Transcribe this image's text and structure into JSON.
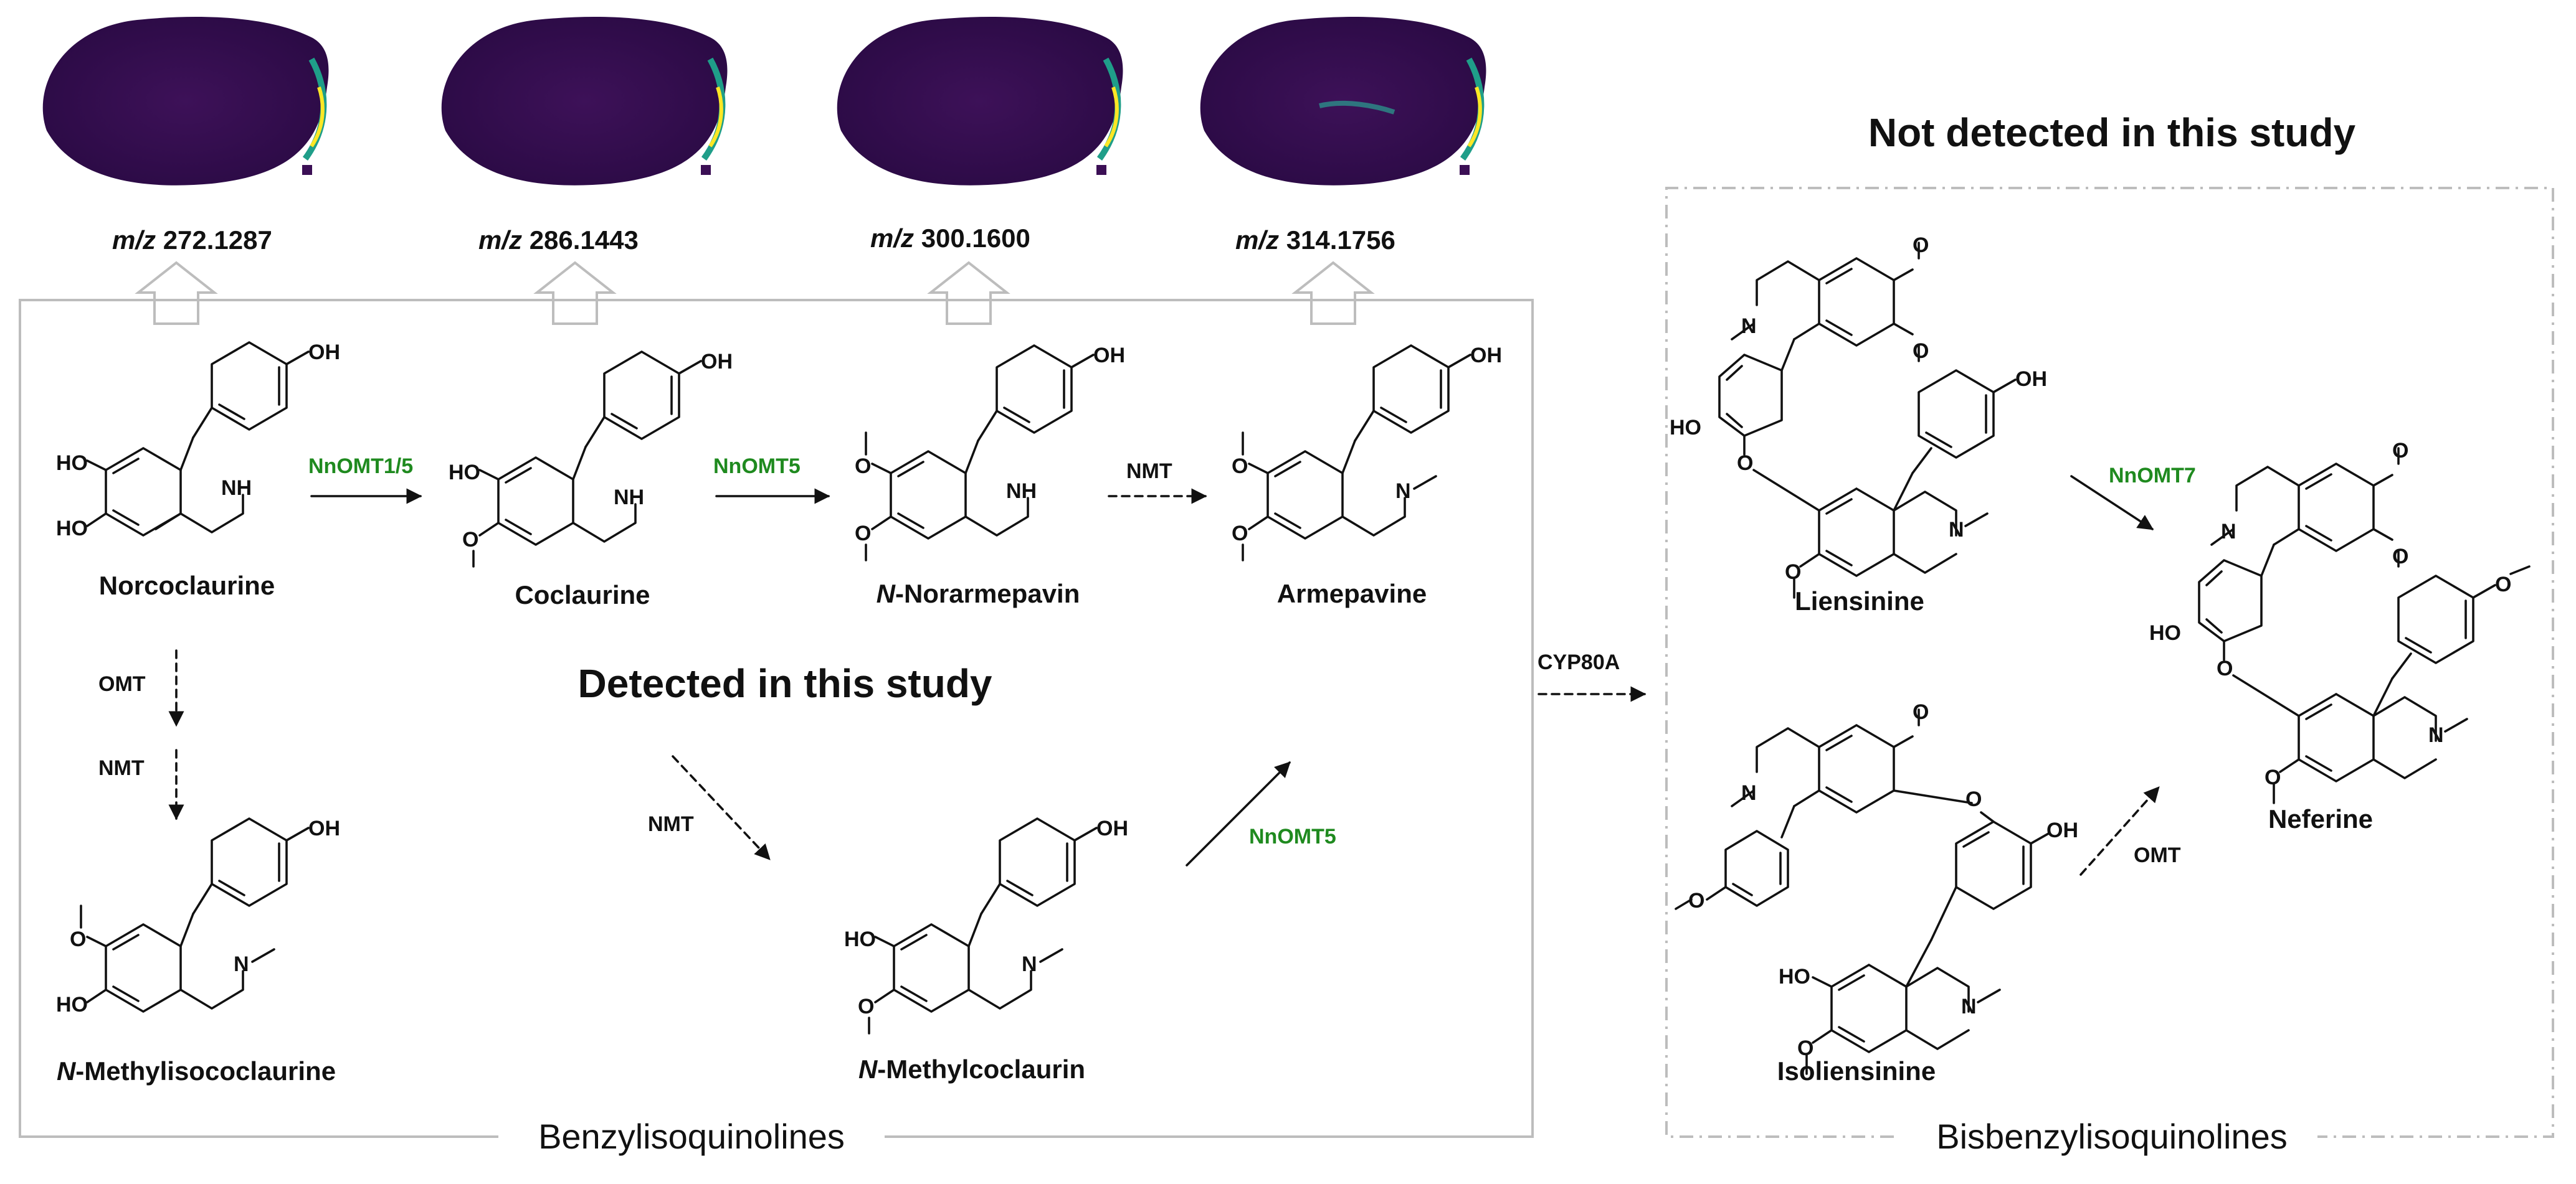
{
  "colors": {
    "enzyme": "#1f8a1f",
    "text": "#111111",
    "box": "#bfbfbf",
    "image_bg": "#3b0f55"
  },
  "ms_images": [
    {
      "mz_prefix": "m/z",
      "mz_value": "272.1287"
    },
    {
      "mz_prefix": "m/z",
      "mz_value": "286.1443"
    },
    {
      "mz_prefix": "m/z",
      "mz_value": "300.1600"
    },
    {
      "mz_prefix": "m/z",
      "mz_value": "314.1756"
    }
  ],
  "left_box": {
    "group_label": "Benzylisoquinolines",
    "detected_label": "Detected in this study",
    "compounds": {
      "norcoclaurine": "Norcoclaurine",
      "coclaurine": "Coclaurine",
      "norarmepavin": "N-Norarmepavin",
      "armepavine": "Armepavine",
      "methylisococlaurine": "N-Methylisococlaurine",
      "methylcoclaurin": "N-Methylcoclaurin"
    },
    "enzymes": {
      "nnomt15": "NnOMT1/5",
      "nnomt5a": "NnOMT5",
      "nmt1": "NMT",
      "omt1": "OMT",
      "nmt2": "NMT",
      "nmt3": "NMT",
      "nnomt5b": "NnOMT5"
    }
  },
  "link_enzyme": "CYP80A",
  "right_box": {
    "title": "Not detected in this study",
    "group_label": "Bisbenzylisoquinolines",
    "compounds": {
      "liensinine": "Liensinine",
      "isoliensinine": "Isoliensinine",
      "neferine": "Neferine"
    },
    "enzymes": {
      "nnomt7": "NnOMT7",
      "omt": "OMT"
    }
  },
  "atoms": {
    "oh": "OH",
    "ho": "HO",
    "nh": "NH",
    "n": "N",
    "o": "O"
  }
}
